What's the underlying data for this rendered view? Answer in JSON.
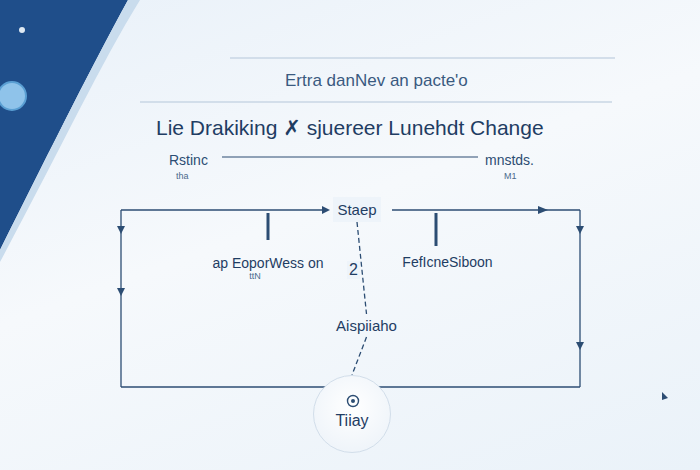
{
  "diagram": {
    "title": "Lie Drakiking ✗ sjuereer Lunehdt Change",
    "nodes": [
      {
        "text": [
          "Staep"
        ]
      },
      {
        "text": [
          "ap EoporWess on",
          "ttN"
        ]
      },
      {
        "text": [
          "FefIcneSiboon"
        ]
      },
      {
        "text": [
          "Aispiiaho"
        ]
      },
      {
        "text": [
          "Tiiay"
        ]
      }
    ],
    "edges": [
      {
        "from": 0,
        "to": 3,
        "arrow": "none"
      },
      {
        "from": 3,
        "to": 4,
        "arrow": "none"
      }
    ],
    "labels": [
      "Ertra danNev an pacte'o",
      "Rstinc",
      "tha",
      "mnstds.",
      "M1",
      "2"
    ]
  }
}
